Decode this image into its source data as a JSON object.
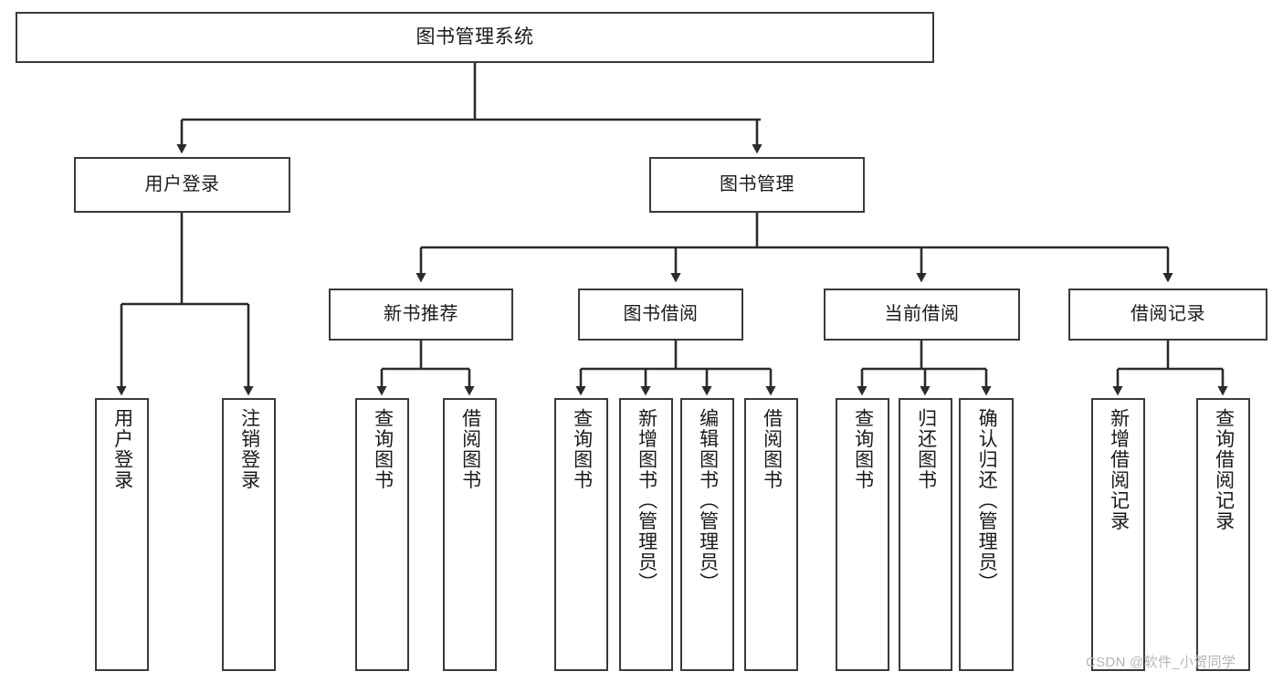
{
  "diagram": {
    "type": "tree-hierarchy",
    "title": "图书管理系统",
    "root": {
      "id": "root",
      "label": "图书管理系统"
    },
    "level1": [
      {
        "id": "user-login",
        "label": "用户登录"
      },
      {
        "id": "book-manage",
        "label": "图书管理"
      }
    ],
    "level2": [
      {
        "id": "new-book-recommend",
        "label": "新书推荐",
        "parent": "book-manage"
      },
      {
        "id": "book-borrow",
        "label": "图书借阅",
        "parent": "book-manage"
      },
      {
        "id": "current-borrow",
        "label": "当前借阅",
        "parent": "book-manage"
      },
      {
        "id": "borrow-record",
        "label": "借阅记录",
        "parent": "book-manage"
      }
    ],
    "leaves": [
      {
        "id": "leaf-user-login",
        "label": "用户登录",
        "parent": "user-login"
      },
      {
        "id": "leaf-logout",
        "label": "注销登录",
        "parent": "user-login"
      },
      {
        "id": "leaf-query-book-1",
        "label": "查询图书",
        "parent": "new-book-recommend"
      },
      {
        "id": "leaf-borrow-book-1",
        "label": "借阅图书",
        "parent": "new-book-recommend"
      },
      {
        "id": "leaf-query-book-2",
        "label": "查询图书",
        "parent": "book-borrow"
      },
      {
        "id": "leaf-add-book",
        "label": "新增图书（管理员）",
        "parent": "book-borrow"
      },
      {
        "id": "leaf-edit-book",
        "label": "编辑图书（管理员）",
        "parent": "book-borrow"
      },
      {
        "id": "leaf-borrow-book-2",
        "label": "借阅图书",
        "parent": "book-borrow"
      },
      {
        "id": "leaf-query-book-3",
        "label": "查询图书",
        "parent": "current-borrow"
      },
      {
        "id": "leaf-return-book",
        "label": "归还图书",
        "parent": "current-borrow"
      },
      {
        "id": "leaf-confirm-return",
        "label": "确认归还（管理员）",
        "parent": "current-borrow"
      },
      {
        "id": "leaf-add-record",
        "label": "新增借阅记录",
        "parent": "borrow-record"
      },
      {
        "id": "leaf-query-record",
        "label": "查询借阅记录",
        "parent": "borrow-record"
      }
    ],
    "watermark": "CSDN @软件_小贺同学",
    "colors": {
      "box_border": "#3a3a3a",
      "box_fill": "#ffffff",
      "edge": "#2b2b2b",
      "text": "#1a1a1a",
      "watermark": "#b6b6b6",
      "background": "#ffffff"
    }
  }
}
